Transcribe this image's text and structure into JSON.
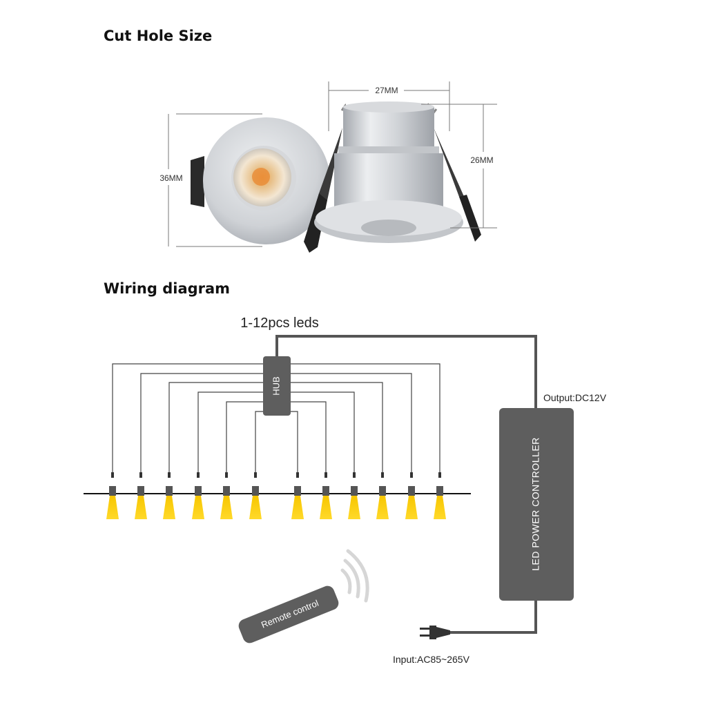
{
  "sections": {
    "cut_hole_title": "Cut Hole Size",
    "wiring_title": "Wiring diagram"
  },
  "dimensions": {
    "width_label": "27MM",
    "height_label": "26MM",
    "diameter_label": "36MM"
  },
  "wiring": {
    "leds_label": "1-12pcs leds",
    "hub_label": "HUB",
    "output_label": "Output:DC12V",
    "controller_label": "LED POWER CONTROLLER",
    "input_label": "Input:AC85~265V",
    "remote_label": "Remote control",
    "led_count": 12
  },
  "colors": {
    "device_gray": "#5e5e5e",
    "wire": "#555555",
    "led_glow": "#f7c600",
    "aluminium": "#d4d6da"
  }
}
